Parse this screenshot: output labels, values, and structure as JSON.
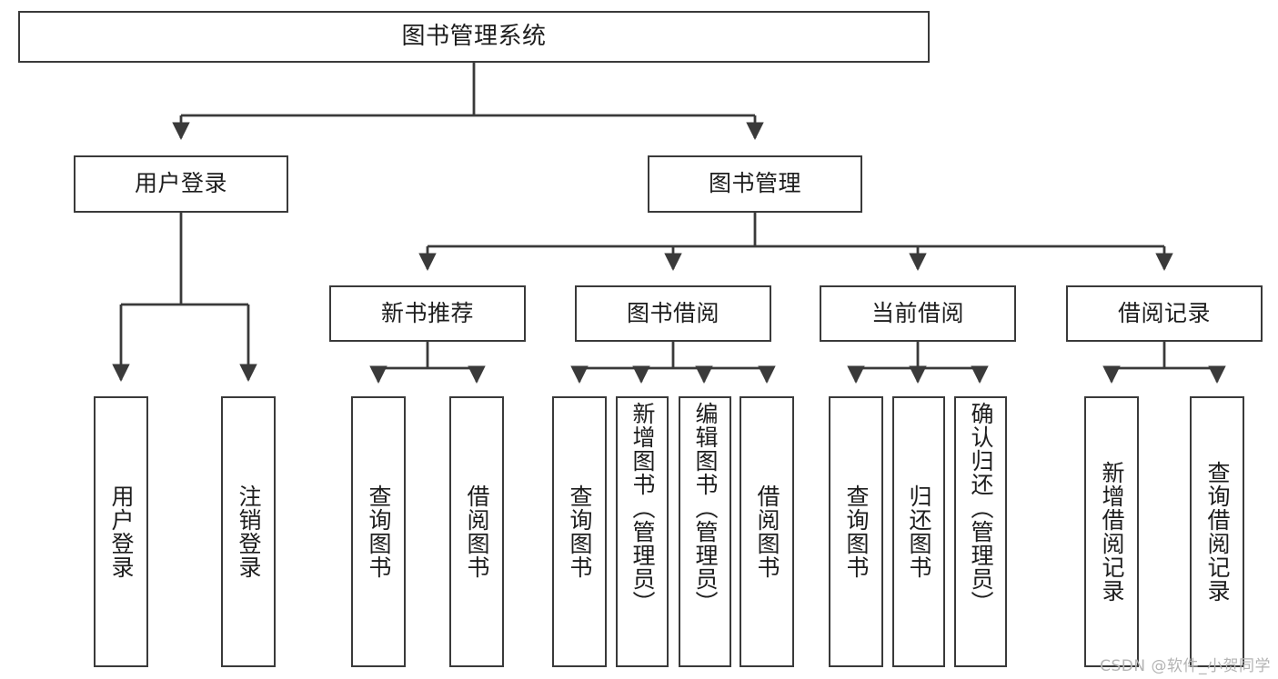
{
  "diagram": {
    "title": "图书管理系统",
    "type": "hierarchy-tree",
    "watermark": "CSDN @软件_小贺同学",
    "colors": {
      "box_border": "#3a3a3a",
      "box_fill": "#ffffff",
      "edge": "#3a3a3a",
      "text": "#1d1d1d",
      "watermark": "#b4b4b4"
    },
    "nodes": {
      "root": {
        "label": "图书管理系统"
      },
      "level2": [
        {
          "label": "用户登录"
        },
        {
          "label": "图书管理"
        }
      ],
      "level3": [
        {
          "label": "新书推荐"
        },
        {
          "label": "图书借阅"
        },
        {
          "label": "当前借阅"
        },
        {
          "label": "借阅记录"
        }
      ],
      "leaves": {
        "user_login": [
          {
            "label": "用户登录"
          },
          {
            "label": "注销登录"
          }
        ],
        "new_book_recommend": [
          {
            "label": "查询图书"
          },
          {
            "label": "借阅图书"
          }
        ],
        "book_borrow": [
          {
            "label": "查询图书"
          },
          {
            "label": "新增图书（管理员）"
          },
          {
            "label": "编辑图书（管理员）"
          },
          {
            "label": "借阅图书"
          }
        ],
        "current_borrow": [
          {
            "label": "查询图书"
          },
          {
            "label": "归还图书"
          },
          {
            "label": "确认归还（管理员）"
          }
        ],
        "borrow_record": [
          {
            "label": "新增借阅记录"
          },
          {
            "label": "查询借阅记录"
          }
        ]
      }
    }
  }
}
